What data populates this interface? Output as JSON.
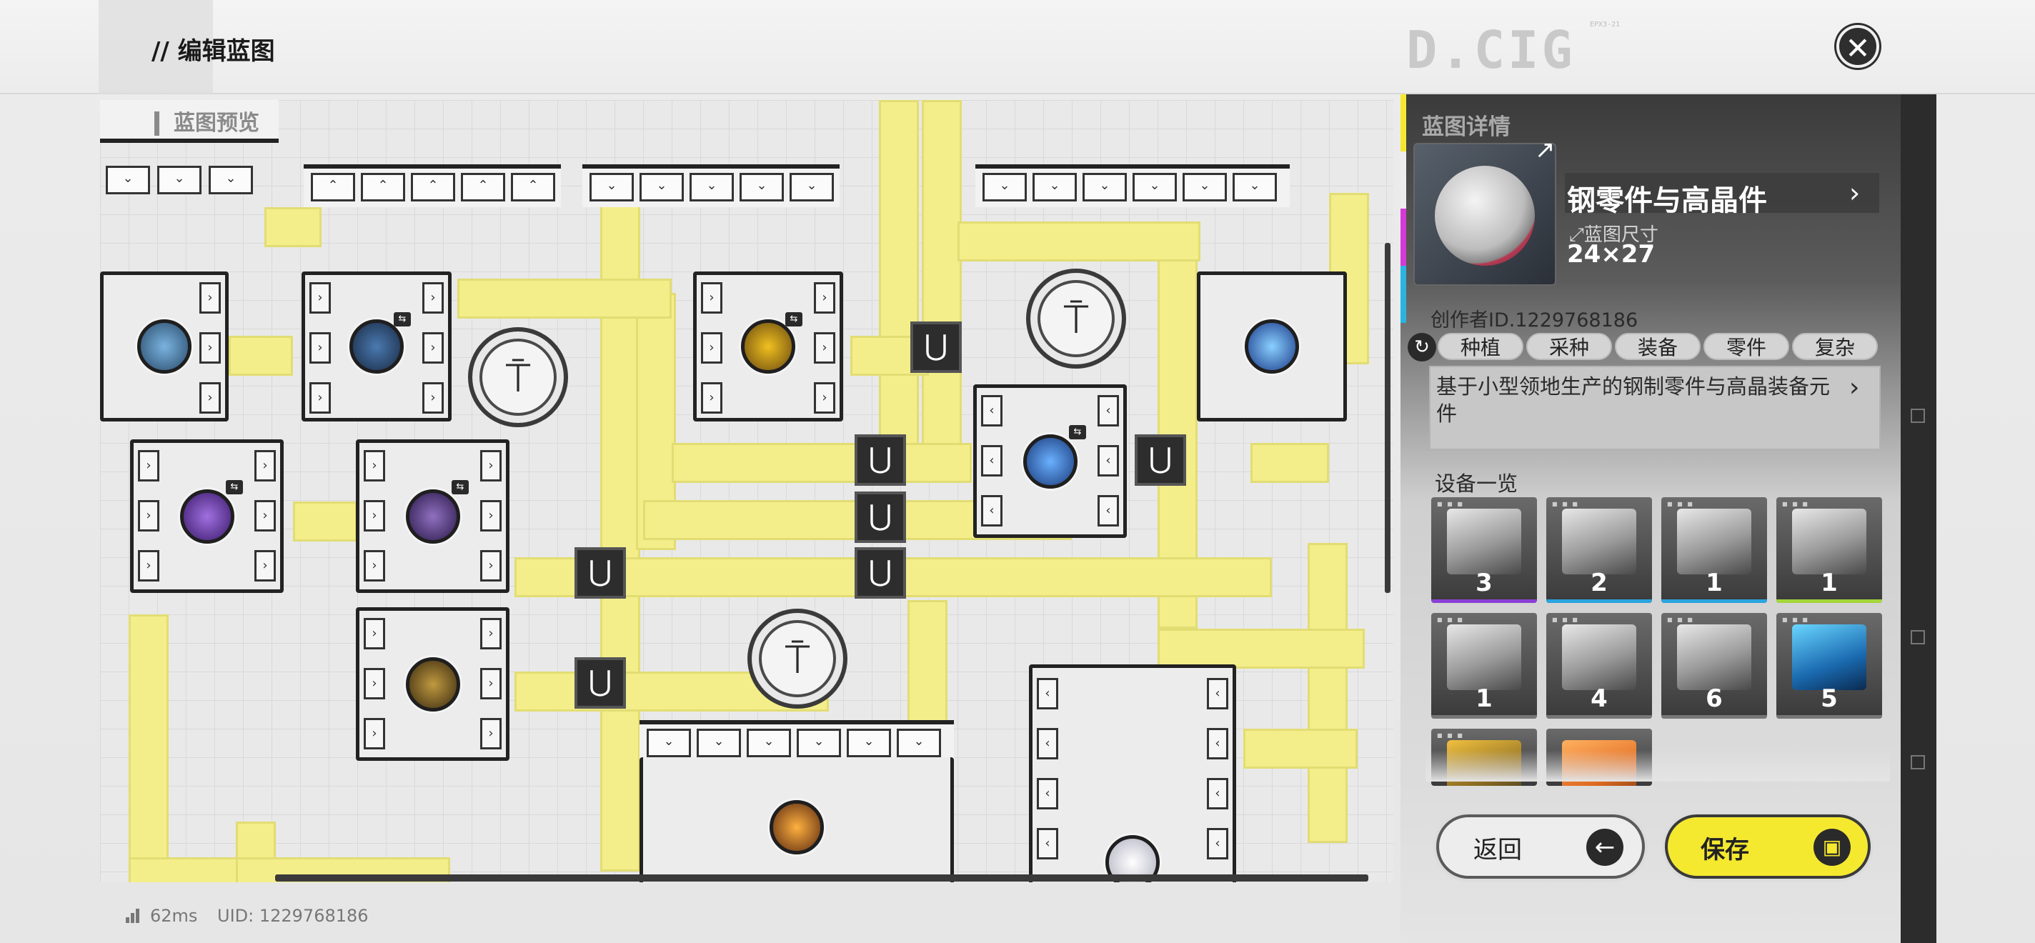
{
  "header": {
    "title": "// 编辑蓝图",
    "brand": "D.CIG",
    "brand_tag": "EPX3-21"
  },
  "preview": {
    "label": "蓝图预览"
  },
  "details": {
    "label": "蓝图详情",
    "name": "钢零件与高晶件",
    "size_label": "蓝图尺寸",
    "size_value": "24×27",
    "author_id": "创作者ID.1229768186",
    "tags": [
      "种植",
      "采种",
      "装备",
      "零件",
      "复杂"
    ],
    "description": "基于小型领地生产的钢制零件与高晶装备元件",
    "equipment_label": "设备一览",
    "equipment": [
      {
        "count": "3",
        "bar": "#8a3fd6"
      },
      {
        "count": "2",
        "bar": "#2aa4e0"
      },
      {
        "count": "1",
        "bar": "#2aa4e0"
      },
      {
        "count": "1",
        "bar": "#a4d63a"
      },
      {
        "count": "1",
        "bar": "#777777"
      },
      {
        "count": "4",
        "bar": "#777777"
      },
      {
        "count": "6",
        "bar": "#777777"
      },
      {
        "count": "5",
        "bar": "#777777"
      },
      {
        "count": "",
        "bar": "#777777"
      },
      {
        "count": "",
        "bar": "#777777"
      }
    ]
  },
  "actions": {
    "back_label": "返回",
    "save_label": "保存"
  },
  "footer": {
    "ping": "62ms",
    "uid": "UID: 1229768186"
  },
  "colors": {
    "accent_yellow": "#f5e930",
    "belt_yellow": "#f3ee8a",
    "strip_yellow": "#f5e930",
    "strip_magenta": "#d63ad6",
    "strip_cyan": "#2ab4e0"
  }
}
